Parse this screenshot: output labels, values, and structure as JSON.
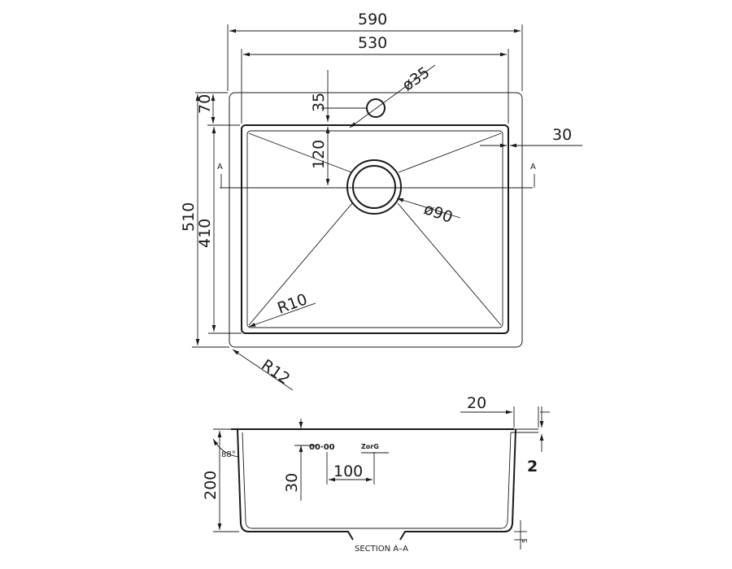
{
  "dimensions": {
    "overall_width": "590",
    "inner_width": "530",
    "drain_small": "ø35",
    "top_offset": "70",
    "hole_offset": "35",
    "drain_offset": "120",
    "right_margin": "30",
    "overall_depth": "510",
    "inner_depth": "410",
    "drain_large": "ø90",
    "inner_radius": "R10",
    "outer_radius": "R12",
    "flange_width": "20",
    "flange_thickness": "2",
    "bowl_height": "200",
    "angle": "88°",
    "overflow_height": "30",
    "overflow_width": "100",
    "bottom_gap": "5"
  },
  "labels": {
    "section_marker_left": "A",
    "section_marker_right": "A",
    "section_title": "SECTION A–A",
    "overflow_slots": "00·00",
    "logo": "ZorG"
  }
}
